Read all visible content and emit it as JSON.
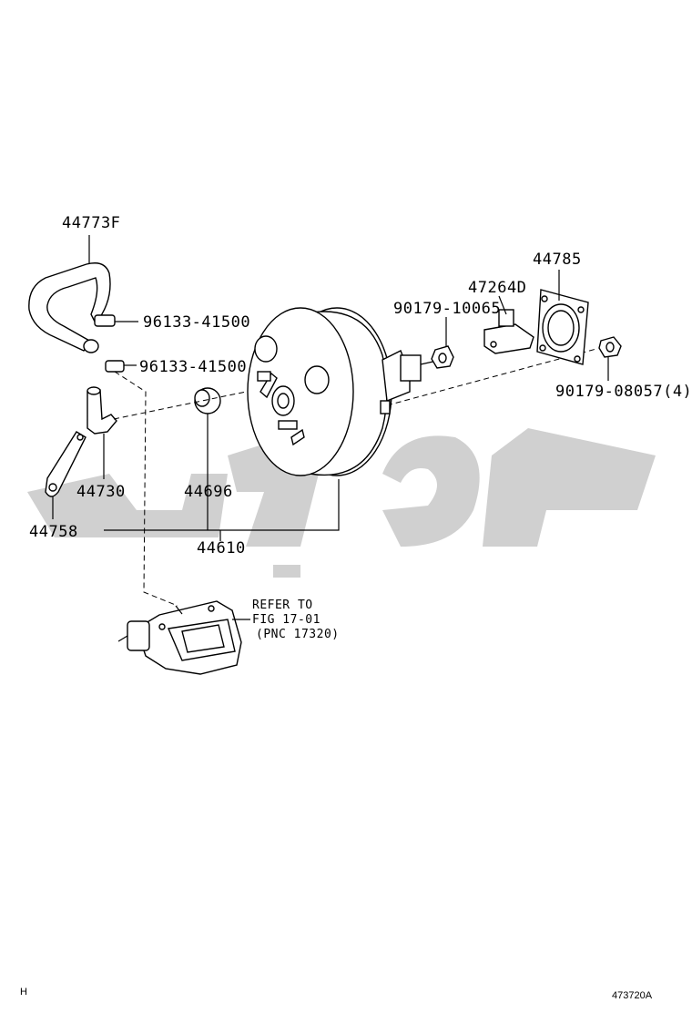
{
  "labels": {
    "hose": "44773F",
    "clip_upper": "96133-41500",
    "clip_lower": "96133-41500",
    "check_valve": "44730",
    "bracket": "44758",
    "grommet": "44696",
    "booster_assy": "44610",
    "nut_rod": "90179-10065",
    "clevis": "47264D",
    "gasket": "44785",
    "nut_mount": "90179-08057(4)"
  },
  "refer": {
    "line1": "REFER TO",
    "line2": "FIG 17-01",
    "line3": "(PNC 17320)"
  },
  "footer": {
    "left_mark": "H",
    "figure_code": "473720A"
  },
  "colors": {
    "line": "#000000",
    "watermark": "#c8c8c8"
  }
}
